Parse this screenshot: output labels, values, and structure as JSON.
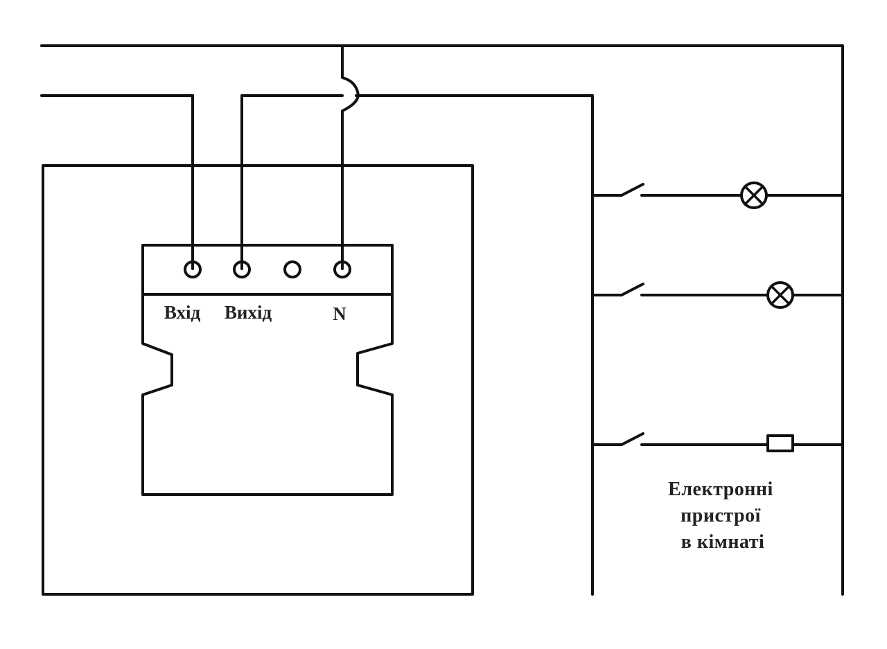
{
  "device": {
    "terminals": [
      {
        "label": "Вхід"
      },
      {
        "label": "Вихід"
      },
      {
        "label": ""
      },
      {
        "label": "N"
      }
    ]
  },
  "room": {
    "label_lines": [
      "Електронні",
      "пристрої",
      "в кімнаті"
    ]
  },
  "loads": [
    {
      "type": "lamp-icon"
    },
    {
      "type": "lamp-icon"
    },
    {
      "type": "resistor-icon"
    }
  ]
}
